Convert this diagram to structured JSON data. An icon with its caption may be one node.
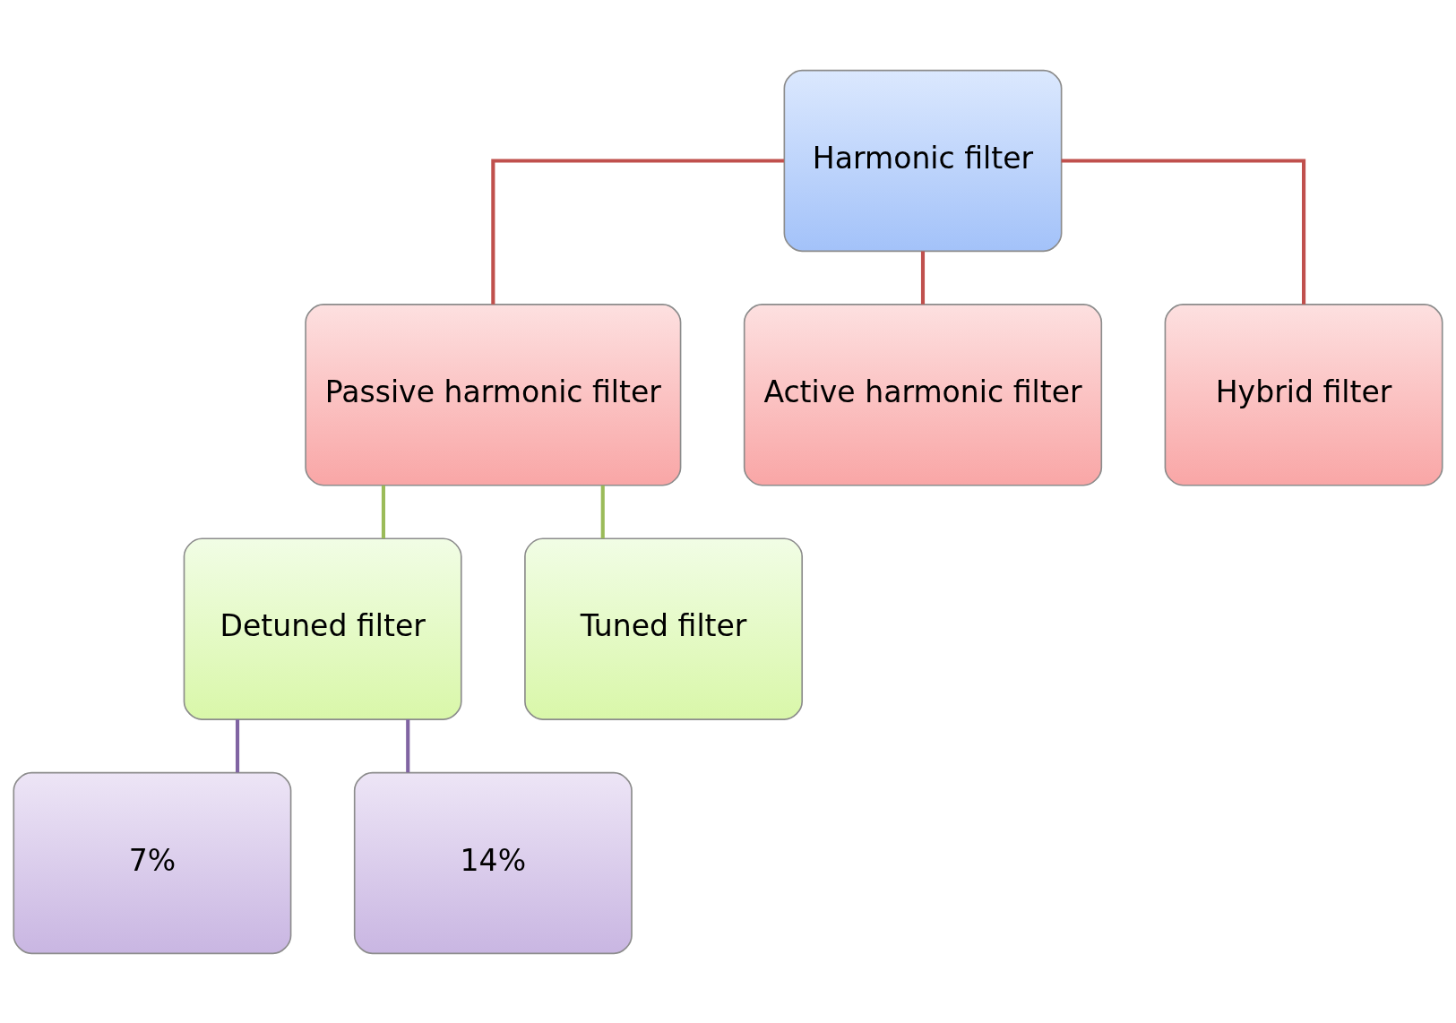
{
  "diagram": {
    "nodes": [
      {
        "text": [
          "Harmonic filter"
        ]
      },
      {
        "text": [
          "Passive harmonic filter"
        ]
      },
      {
        "text": [
          "Active harmonic filter"
        ]
      },
      {
        "text": [
          "Hybrid filter"
        ]
      },
      {
        "text": [
          "Detuned filter"
        ]
      },
      {
        "text": [
          "Tuned filter"
        ]
      },
      {
        "text": [
          "7%"
        ]
      },
      {
        "text": [
          "14%"
        ]
      }
    ],
    "edges": [
      {
        "from": 0,
        "to": 1,
        "arrow": "none"
      },
      {
        "from": 0,
        "to": 2,
        "arrow": "none"
      },
      {
        "from": 0,
        "to": 3,
        "arrow": "none"
      },
      {
        "from": 1,
        "to": 4,
        "arrow": "none",
        "color": "#9bbb59"
      },
      {
        "from": 1,
        "to": 5,
        "arrow": "none",
        "color": "#9bbb59"
      },
      {
        "from": 4,
        "to": 6,
        "arrow": "none",
        "color": "#8064a2"
      },
      {
        "from": 4,
        "to": 7,
        "arrow": "none",
        "color": "#8064a2"
      }
    ]
  }
}
